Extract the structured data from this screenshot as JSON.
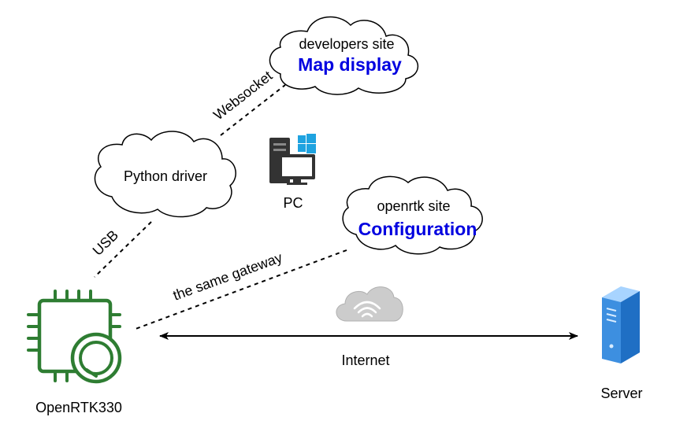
{
  "clouds": {
    "developers": {
      "title": "developers site",
      "subtitle": "Map display"
    },
    "python": {
      "title": "Python driver"
    },
    "openrtk": {
      "title": "openrtk site",
      "subtitle": "Configuration"
    }
  },
  "connections": {
    "websocket": "Websocket",
    "usb": "USB",
    "gateway": "the same gateway",
    "internet": "Internet"
  },
  "nodes": {
    "pc": "PC",
    "device": "OpenRTK330",
    "server": "Server"
  },
  "colors": {
    "emphasis_text": "#0000e0",
    "chip": "#2e7d32",
    "cloud_icon": "#c8c8c8",
    "server": "#3d8fe0",
    "windows": "#1fa3e0"
  },
  "icons": {
    "pc": "pc-computer-icon",
    "windows": "windows-logo-icon",
    "chip": "chip-icon",
    "wifi_cloud": "wifi-cloud-icon",
    "server": "server-icon"
  }
}
